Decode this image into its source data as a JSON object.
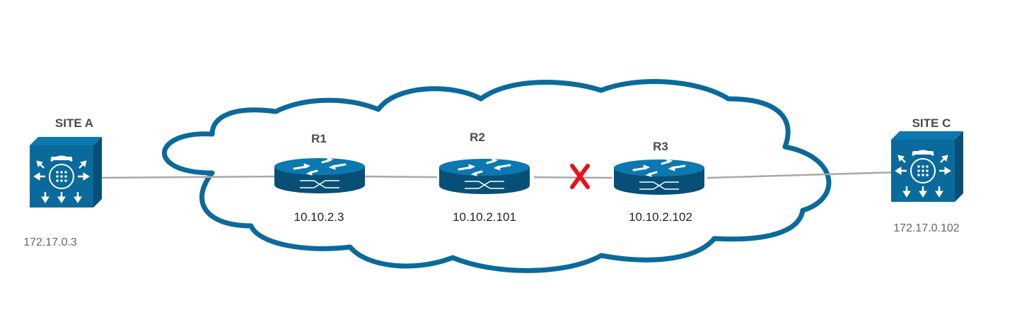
{
  "colors": {
    "device_blue": "#0a6a9c",
    "device_dark": "#074f76",
    "cloud_stroke": "#0a6a9c",
    "link": "#a8a8a8",
    "failure": "#e8121c"
  },
  "sites": {
    "a": {
      "label": "SITE A",
      "ip": "172.17.0.3",
      "icon": "voice-switch-icon"
    },
    "c": {
      "label": "SITE C",
      "ip": "172.17.0.102",
      "icon": "voice-switch-icon"
    }
  },
  "routers": [
    {
      "label": "R1",
      "ip": "10.10.2.3",
      "icon": "router-icon"
    },
    {
      "label": "R2",
      "ip": "10.10.2.101",
      "icon": "router-icon"
    },
    {
      "label": "R3",
      "ip": "10.10.2.102",
      "icon": "router-icon"
    }
  ],
  "failure": {
    "icon": "x-mark-icon",
    "between": [
      "R2",
      "R3"
    ]
  }
}
